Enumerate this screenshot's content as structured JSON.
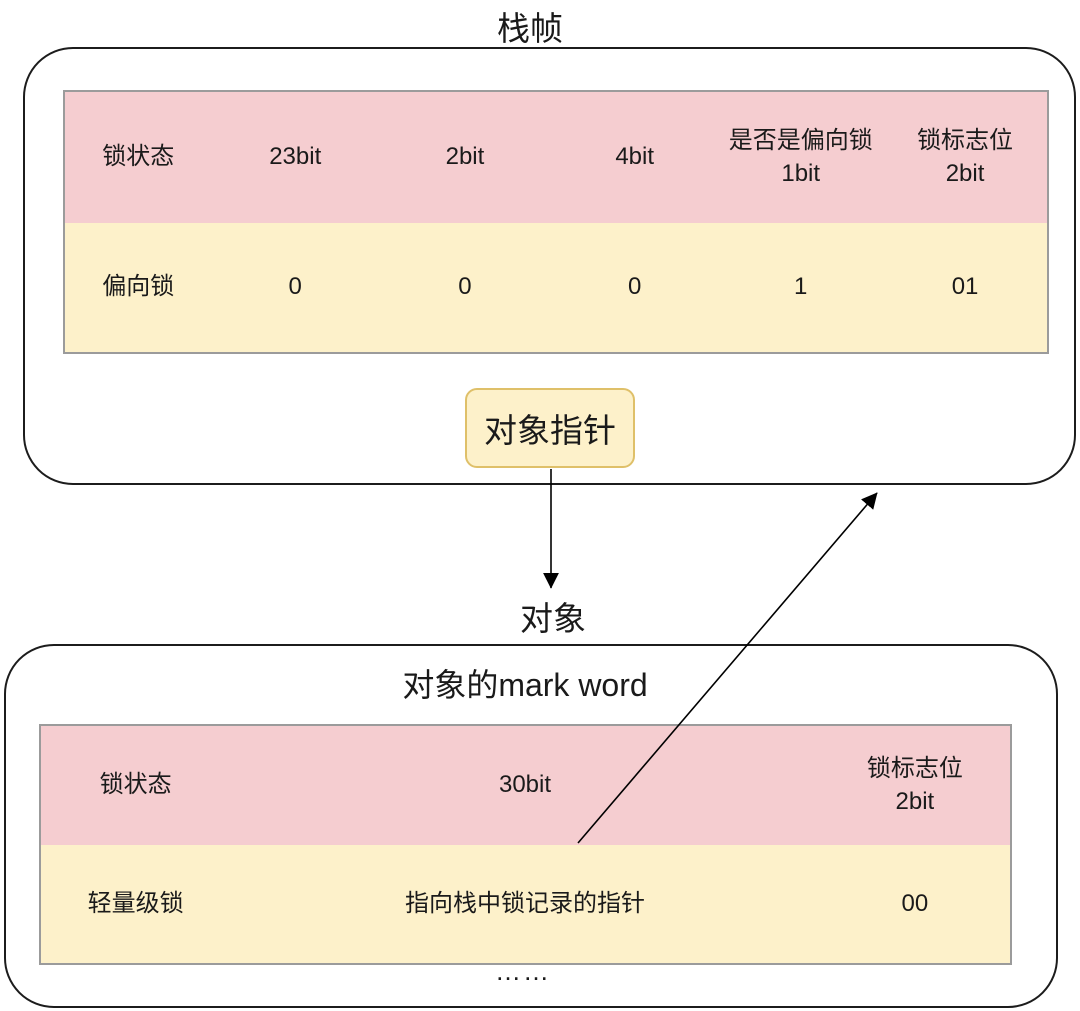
{
  "top_section": {
    "title": "栈帧",
    "table": {
      "header": [
        "锁状态",
        "23bit",
        "2bit",
        "4bit",
        "是否是偏向锁\n1bit",
        "锁标志位\n2bit"
      ],
      "row": [
        "偏向锁",
        "0",
        "0",
        "0",
        "1",
        "01"
      ]
    },
    "pointer_box_label": "对象指针"
  },
  "object_label": "对象",
  "bottom_section": {
    "title": "对象的mark word",
    "table": {
      "header": [
        "锁状态",
        "30bit",
        "锁标志位\n2bit"
      ],
      "row": [
        "轻量级锁",
        "指向栈中锁记录的指针",
        "00"
      ]
    },
    "ellipsis": "……"
  },
  "colors": {
    "header_row_bg": "#f5cdd0",
    "value_row_bg": "#fdf1ca",
    "pointer_box_bg": "#fdf1ca",
    "pointer_box_border": "#dfc069",
    "table_border": "#9b9b9b",
    "container_border": "#1c1c1c",
    "arrow": "#000000"
  }
}
